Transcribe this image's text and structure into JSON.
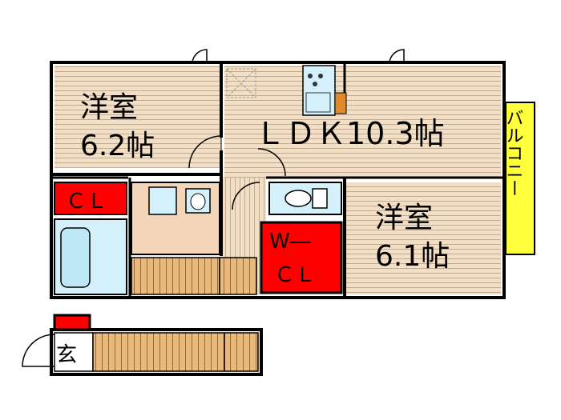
{
  "rooms": {
    "bedroom1": {
      "name": "洋室",
      "size": "6.2帖"
    },
    "ldk": {
      "label": "ＬＤＫ10.3帖"
    },
    "bedroom2": {
      "name": "洋室",
      "size": "6.1帖"
    },
    "closet1": {
      "label": "ＣＬ"
    },
    "walkin": {
      "line1": "W―",
      "line2": "ＣＬ"
    },
    "balcony": {
      "label": "バルコニー"
    },
    "entrance": {
      "label": "玄"
    }
  },
  "colors": {
    "floor_wood": "#f3dfc6",
    "floor_line": "#caa987",
    "stairs": "#e7b97c",
    "wet_area": "#d4f0fb",
    "closet_red": "#ff0000",
    "balcony_yellow": "#ffff3c",
    "wall": "#000000",
    "counter_orange": "#e08a2c"
  }
}
